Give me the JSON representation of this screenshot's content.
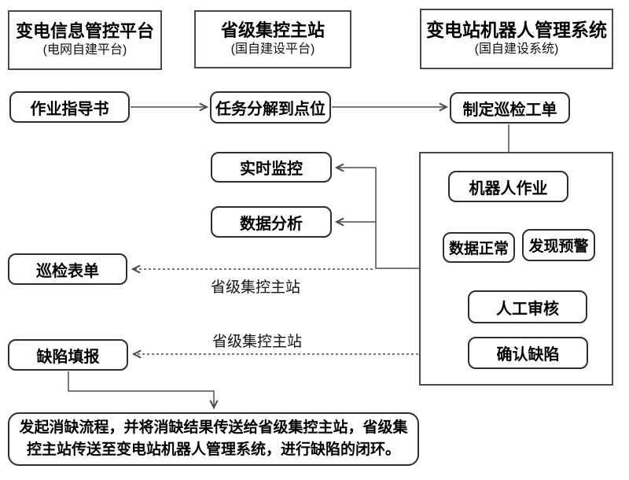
{
  "diagram": {
    "headers": [
      {
        "title": "变电信息管控平台",
        "subtitle": "(电网自建平台)"
      },
      {
        "title": "省级集控主站",
        "subtitle": "(国自建设平台)"
      },
      {
        "title": "变电站机器人管理系统",
        "subtitle": "(国自建设系统)"
      }
    ],
    "nodes": {
      "work_guide": "作业指导书",
      "task_decompose": "任务分解到点位",
      "create_order": "制定巡检工单",
      "realtime_monitor": "实时监控",
      "data_analysis": "数据分析",
      "inspection_form": "巡检表单",
      "defect_report": "缺陷填报",
      "robot_work": "机器人作业",
      "data_normal": "数据正常",
      "alarm_found": "发现预警",
      "manual_review": "人工审核",
      "confirm_defect": "确认缺陷"
    },
    "flow_labels": {
      "to_inspection_form": "省级集控主站",
      "to_defect_report": "省级集控主站"
    },
    "note": "发起消缺流程，并将消缺结果传送给省级集控主站，省级集控主站传送至变电站机器人管理系统，进行缺陷的闭环。",
    "colors": {
      "background": "#ffffff",
      "box_border": "#2e2e2e",
      "container_border": "#4a4a4a",
      "arrow": "#4d4d4d",
      "text": "#000000"
    }
  }
}
